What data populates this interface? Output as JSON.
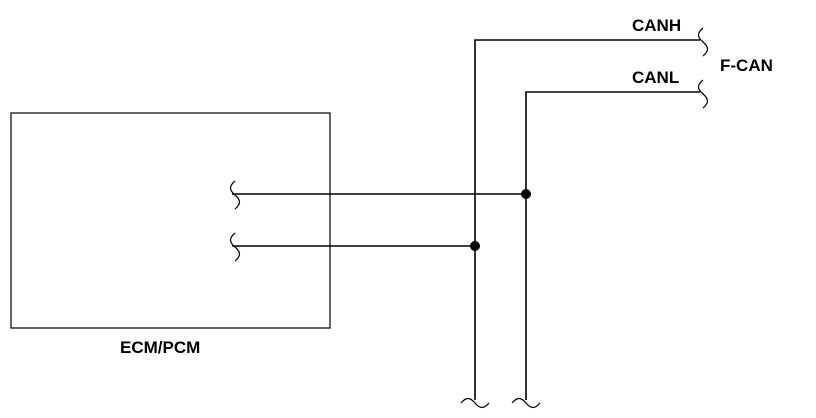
{
  "labels": {
    "canh": "CANH",
    "canl": "CANL",
    "bus": "F-CAN",
    "module": "ECM/PCM"
  },
  "colors": {
    "line": "#000000",
    "background": "#ffffff"
  }
}
